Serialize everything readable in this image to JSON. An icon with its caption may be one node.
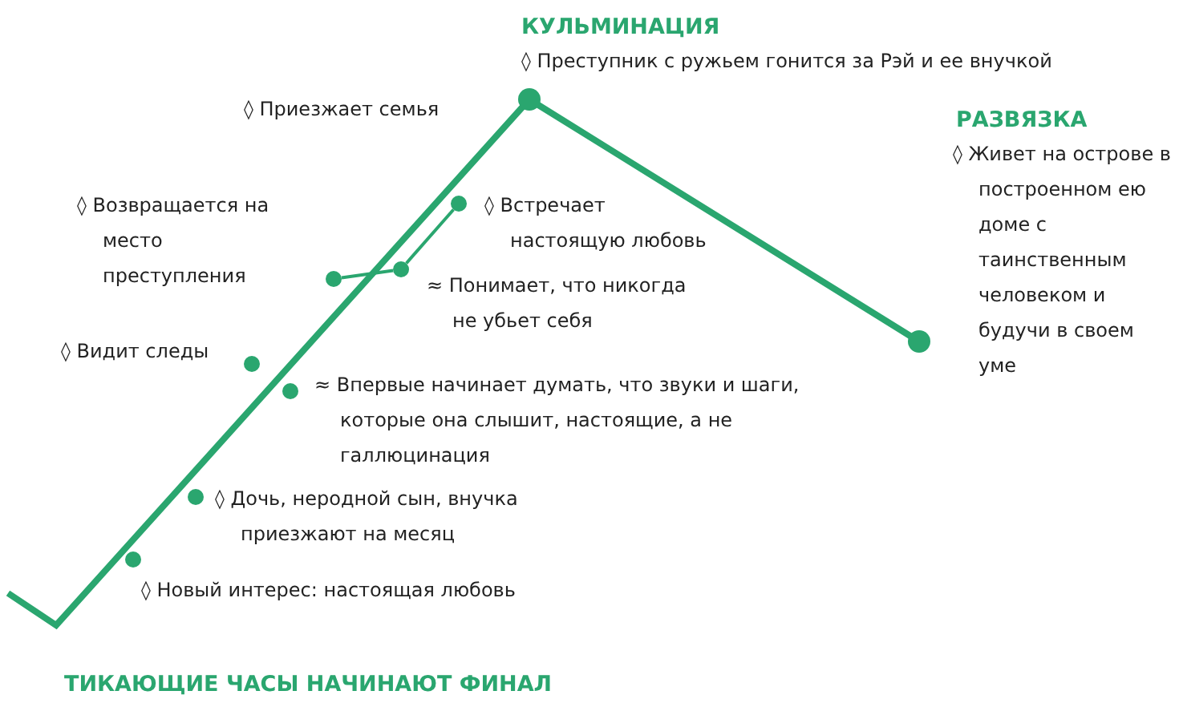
{
  "diagram": {
    "nodes": [
      {
        "text": [],
        "shape": "circle",
        "beside": [
          "◊ Возвращается на место преступления"
        ]
      },
      {
        "text": [],
        "shape": "circle",
        "beside": [
          "≈ Понимает, что никогда не убьет себя"
        ]
      },
      {
        "text": [],
        "shape": "circle",
        "beside": [
          "◊ Встречает настоящую любовь"
        ]
      }
    ],
    "edges": [
      {
        "from": 0,
        "to": 1,
        "arrow": "none"
      },
      {
        "from": 1,
        "to": 2,
        "arrow": "none"
      }
    ],
    "labels": [
      "КУЛЬМИНАЦИЯ",
      "◊ Преступник с ружьем гонится за Рэй и ее внучкой",
      "◊ Приезжает семья",
      "РАЗВЯЗКА",
      "◊ Живет на острове в построенном ею доме с таинственным человеком и будучи в своем уме",
      "◊ Видит следы",
      "≈ Впервые начинает думать, что звуки и шаги, которые она слышит, настоящие, а не галлюцинация",
      "◊ Дочь, неродной сын, внучка приезжают на месяц",
      "◊ Новый интерес: настоящая любовь",
      "ТИКАЮЩИЕ ЧАСЫ НАЧИНАЮТ ФИНАЛ"
    ]
  }
}
